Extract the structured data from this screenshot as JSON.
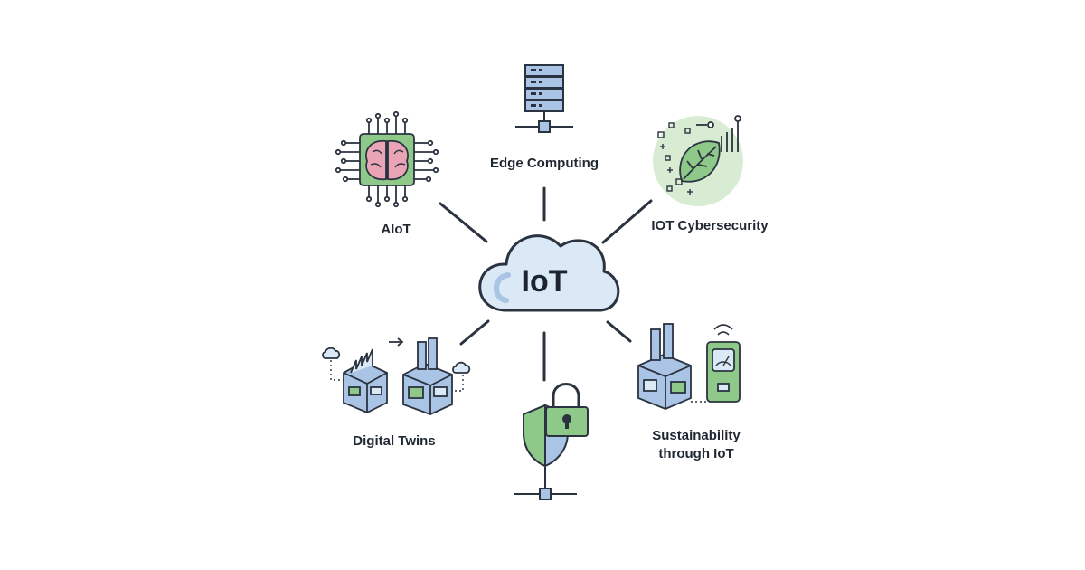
{
  "center": {
    "label": "IoT"
  },
  "nodes": {
    "edge": {
      "label": "Edge Computing",
      "icon": "server-rack-icon"
    },
    "aiot": {
      "label": "AIoT",
      "icon": "brain-chip-icon"
    },
    "cyber": {
      "label": "IOT Cybersecurity",
      "icon": "leaf-circuit-icon"
    },
    "twins": {
      "label": "Digital Twins",
      "icon": "factory-twins-icon"
    },
    "security": {
      "label": "",
      "icon": "shield-lock-icon"
    },
    "sustain": {
      "label_line1": "Sustainability",
      "label_line2": "through IoT",
      "icon": "factory-meter-icon"
    }
  },
  "colors": {
    "line": "#2b3340",
    "blue_fill": "#a9c4e4",
    "blue_light": "#dbe8f5",
    "green_fill": "#8fc98a",
    "green_light": "#d7ecd2",
    "pink": "#e9a5b6",
    "stroke": "#2b3340"
  }
}
